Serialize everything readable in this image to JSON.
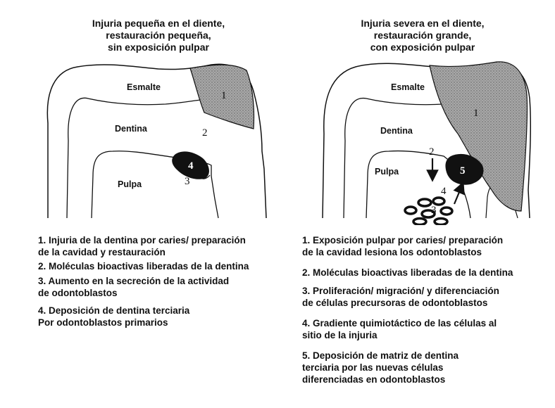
{
  "left_panel": {
    "title_lines": [
      "Injuria pequeña en el diente,",
      "restauración pequeña,",
      "sin exposición pulpar"
    ],
    "labels": {
      "esmalte": "Esmalte",
      "dentina": "Dentina",
      "pulpa": "Pulpa"
    },
    "markers": {
      "m1": "1",
      "m2": "2",
      "m3": "3",
      "m4": "4"
    },
    "legend": [
      {
        "line1": "1. Injuria de la dentina por caries/ preparación",
        "line2": "de la cavidad y restauración"
      },
      {
        "line1": "2. Moléculas bioactivas liberadas de la dentina",
        "line2": ""
      },
      {
        "line1": "3. Aumento en la secreción de la  actividad",
        "line2": "de odontoblastos"
      },
      {
        "line1": "4. Deposición de dentina terciaria",
        "line2": "Por odontoblastos primarios"
      }
    ]
  },
  "right_panel": {
    "title_lines": [
      "Injuria severa en el diente,",
      "restauración grande,",
      "con exposición pulpar"
    ],
    "labels": {
      "esmalte": "Esmalte",
      "dentina": "Dentina",
      "pulpa": "Pulpa"
    },
    "markers": {
      "m1": "1",
      "m2": "2",
      "m3": "3",
      "m4": "4",
      "m5": "5"
    },
    "legend": [
      {
        "line1": "1. Exposición pulpar por caries/ preparación",
        "line2": "de la cavidad lesiona los odontoblastos"
      },
      {
        "line1": "2. Moléculas bioactivas liberadas de la dentina",
        "line2": ""
      },
      {
        "line1": "3. Proliferación/ migración/ y diferenciación",
        "line2": "de células precursoras de odontoblastos"
      },
      {
        "line1": "4. Gradiente quimiotáctico de las células al",
        "line2": "sitio de la injuria"
      },
      {
        "line1": "5. Deposición de matriz de dentina",
        "line2": "terciaria por las nuevas células",
        "line3": "diferenciadas en odontoblastos"
      }
    ]
  },
  "colors": {
    "outline": "#111111",
    "lesion_fill": "#9a9a9a",
    "deposit_fill": "#111111"
  }
}
